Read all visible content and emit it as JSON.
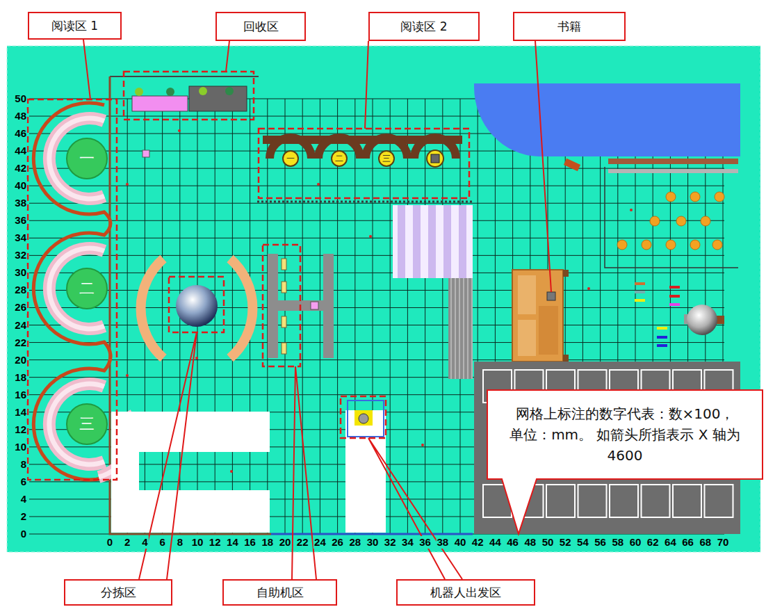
{
  "diagram": {
    "nodes": [
      {
        "text": [
          "阅读区 1"
        ]
      },
      {
        "text": [
          "回收区"
        ]
      },
      {
        "text": [
          "阅读区 2"
        ]
      },
      {
        "text": [
          "书籍"
        ]
      },
      {
        "text": [
          "一"
        ]
      },
      {
        "text": [
          "二"
        ]
      },
      {
        "text": [
          "三"
        ]
      },
      {
        "text": [
          "一"
        ]
      },
      {
        "text": [
          "二"
        ]
      },
      {
        "text": [
          "三"
        ]
      },
      {
        "text": [
          "网格上标注的数字代表：数×100， 单位：mm。 如箭头所指表示 X 轴为 4600"
        ]
      },
      {
        "text": [
          "分拣区"
        ]
      },
      {
        "text": [
          "自助机区"
        ]
      },
      {
        "text": [
          "机器人出发区"
        ]
      }
    ],
    "labels": [
      "50",
      "48",
      "46",
      "44",
      "42",
      "40",
      "38",
      "36",
      "34",
      "32",
      "30",
      "28",
      "26",
      "24",
      "22",
      "20",
      "18",
      "16",
      "14",
      "12",
      "10",
      "8",
      "6",
      "4",
      "2",
      "0",
      "0",
      "2",
      "4",
      "6",
      "8",
      "10",
      "12",
      "14",
      "16",
      "18",
      "20",
      "22",
      "24",
      "26",
      "28",
      "30",
      "32",
      "34",
      "36",
      "38",
      "40",
      "42",
      "44",
      "46",
      "48",
      "50",
      "52",
      "54",
      "56",
      "58",
      "60",
      "62",
      "64",
      "66",
      "68",
      "70"
    ]
  }
}
